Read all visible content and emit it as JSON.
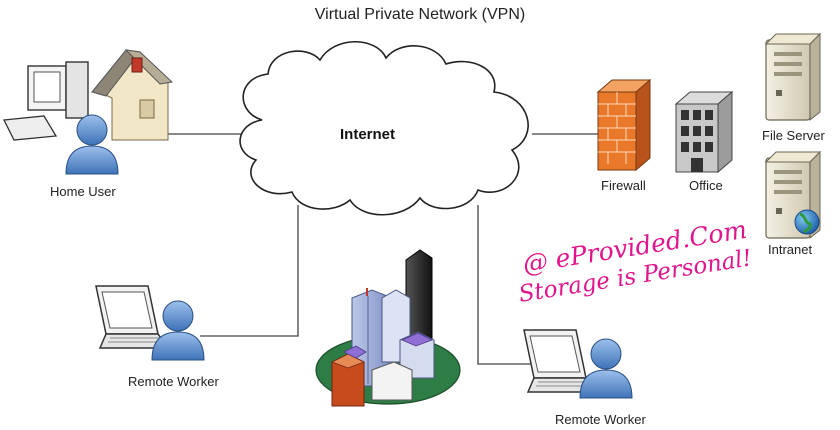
{
  "title": "Virtual Private Network (VPN)",
  "cloud": {
    "label": "Internet"
  },
  "nodes": {
    "home_user": "Home User",
    "remote_worker_left": "Remote Worker",
    "remote_worker_right": "Remote Worker",
    "firewall": "Firewall",
    "office": "Office",
    "file_server": "File Server",
    "intranet": "Intranet"
  },
  "watermark": {
    "line1": "@ eProvided.Com",
    "line2": "Storage is Personal!"
  },
  "colors": {
    "person_blue": "#5b8fd0",
    "firewall_orange": "#e8782a",
    "watermark_pink": "#e0148c",
    "ground_green": "#2f7d46"
  }
}
